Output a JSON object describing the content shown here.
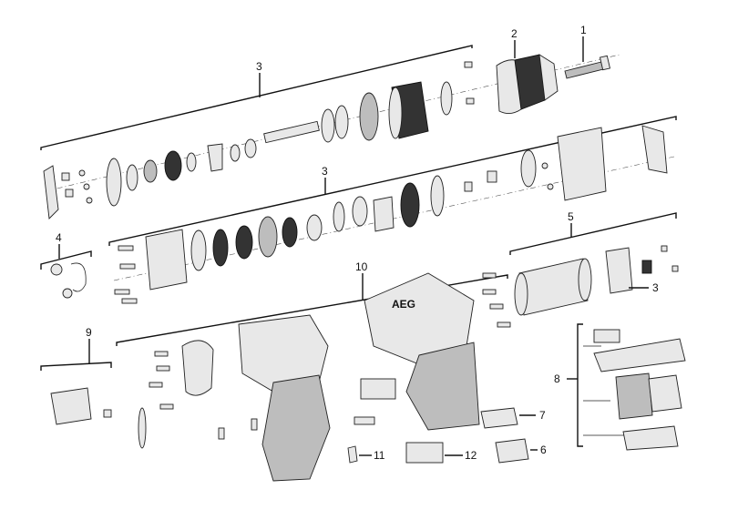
{
  "callouts": {
    "c1": "1",
    "c2": "2",
    "c3_top": "3",
    "c3_mid": "3",
    "c3_motor": "3",
    "c4": "4",
    "c5": "5",
    "c6": "6",
    "c7": "7",
    "c8": "8",
    "c9": "9",
    "c10": "10",
    "c11": "11",
    "c12": "12"
  },
  "housing_logo": "AEG"
}
